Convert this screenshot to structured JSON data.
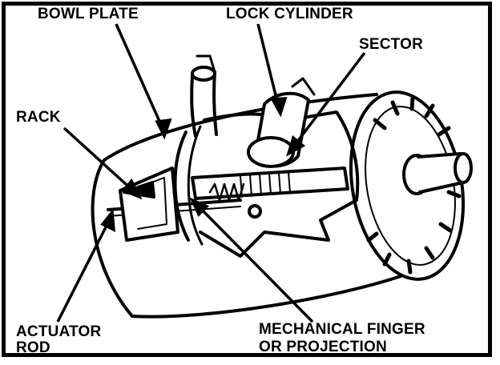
{
  "labels": {
    "bowl_plate": "BOWL PLATE",
    "lock_cylinder": "LOCK CYLINDER",
    "sector": "SECTOR",
    "rack": "RACK",
    "actuator_rod_line1": "ACTUATOR",
    "actuator_rod_line2": "ROD",
    "finger_line1": "MECHANICAL FINGER",
    "finger_line2": "OR PROJECTION"
  },
  "colors": {
    "ink": "#000000",
    "paper": "#ffffff"
  }
}
